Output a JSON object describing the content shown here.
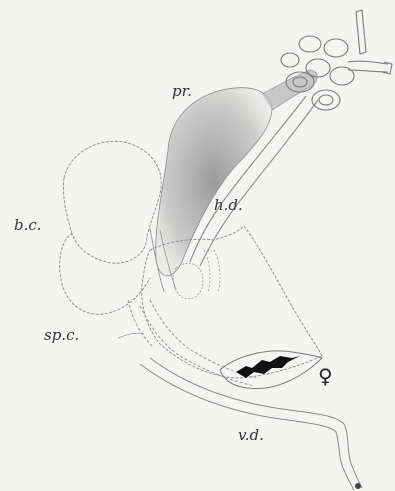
{
  "labels": {
    "pr": "pr.",
    "hd": "h.d.",
    "bc": "b.c.",
    "spc": "sp.c.",
    "vd": "v.d.",
    "female": "♀"
  },
  "colors": {
    "line": "#7a7a7a",
    "shade": "#9a9a9a",
    "aperture": "#111111",
    "background": "#f4f4f2"
  }
}
